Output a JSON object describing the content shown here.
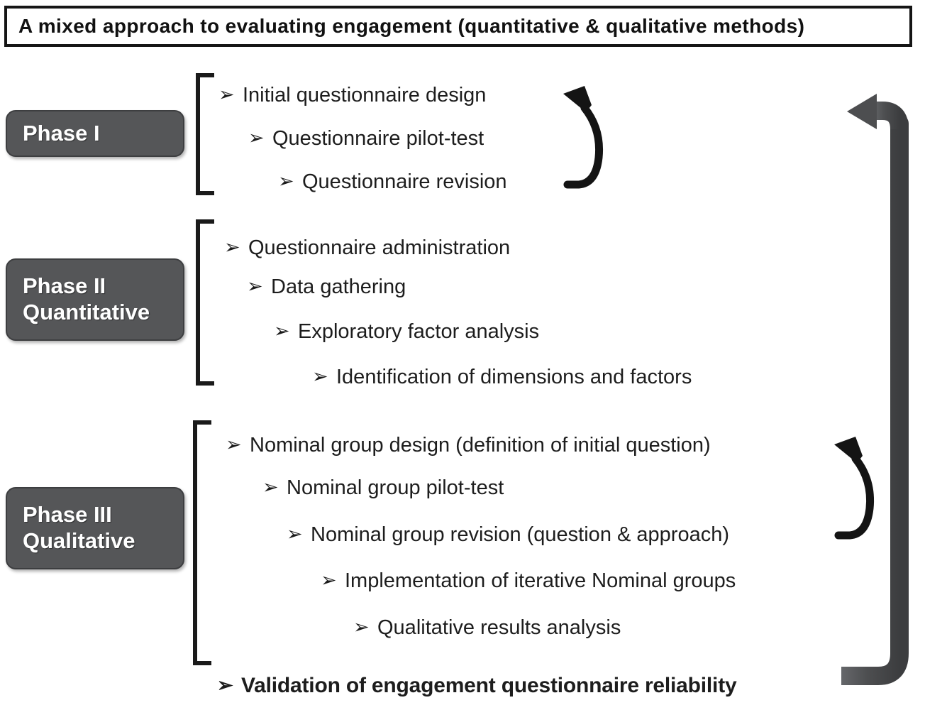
{
  "title": {
    "text": "A mixed approach to evaluating engagement (quantitative & qualitative methods)"
  },
  "colors": {
    "chip_fill": "#555658",
    "chip_text": "#ffffff",
    "bracket": "#1a1a1a",
    "loop_arrow": "#141414",
    "return_arrow": "#4d4e50",
    "page_background": "#ffffff",
    "title_border": "#151515"
  },
  "bullet_glyph": "➢",
  "phases": [
    {
      "id": "phase-1",
      "chip_lines": [
        "Phase I"
      ],
      "steps": [
        {
          "label": "Initial questionnaire  design",
          "indent": 0
        },
        {
          "label": "Questionnaire  pilot-test",
          "indent": 1
        },
        {
          "label": "Questionnaire  revision",
          "indent": 2
        }
      ],
      "has_loop_arrow": true
    },
    {
      "id": "phase-2",
      "chip_lines": [
        "Phase II",
        "Quantitative"
      ],
      "steps": [
        {
          "label": "Questionnaire administration",
          "indent": 0
        },
        {
          "label": "Data gathering",
          "indent": 1
        },
        {
          "label": "Exploratory factor analysis",
          "indent": 2
        },
        {
          "label": "Identification of dimensions and factors",
          "indent": 3
        }
      ],
      "has_loop_arrow": false
    },
    {
      "id": "phase-3",
      "chip_lines": [
        "Phase III",
        "Qualitative"
      ],
      "steps": [
        {
          "label": "Nominal group design (definition of initial question)",
          "indent": 0
        },
        {
          "label": "Nominal group pilot-test",
          "indent": 1
        },
        {
          "label": "Nominal group revision (question & approach)",
          "indent": 2
        },
        {
          "label": "Implementation of iterative Nominal groups",
          "indent": 3
        },
        {
          "label": "Qualitative results  analysis",
          "indent": 4
        }
      ],
      "has_loop_arrow": true
    }
  ],
  "final_step": {
    "label": "Validation of engagement questionnaire reliability",
    "bold": true
  },
  "arrows": {
    "loop_arrow_phase1": {
      "semantic": "iteration-loop-arrow",
      "direction": "clockwise-return-to-top"
    },
    "loop_arrow_phase3": {
      "semantic": "iteration-loop-arrow",
      "direction": "clockwise-return-to-top"
    },
    "return_arrow": {
      "semantic": "overall-feedback-return-arrow",
      "direction": "bottom-to-top-then-left"
    }
  }
}
